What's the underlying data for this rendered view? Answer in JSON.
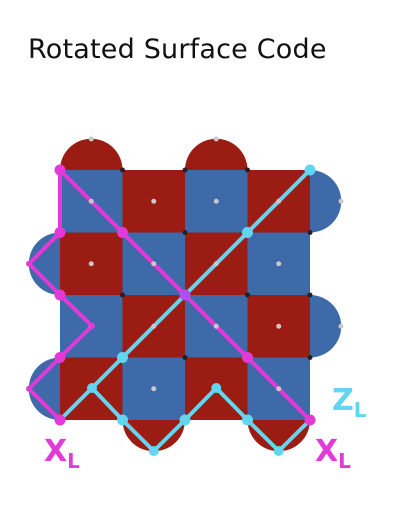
{
  "title": "Rotated Surface Code",
  "colors": {
    "x_plaquette": "#9b1c12",
    "z_plaquette": "#3e6aa9",
    "x_logical": "#e23ad6",
    "z_logical": "#62d5f1",
    "qubit_dark": "#222222",
    "ancilla_light": "#c9c9c9"
  },
  "labels": {
    "x_logical_left": {
      "main": "X",
      "sub": "L"
    },
    "x_logical_right": {
      "main": "X",
      "sub": "L"
    },
    "z_logical": {
      "main": "Z",
      "sub": "L"
    }
  }
}
